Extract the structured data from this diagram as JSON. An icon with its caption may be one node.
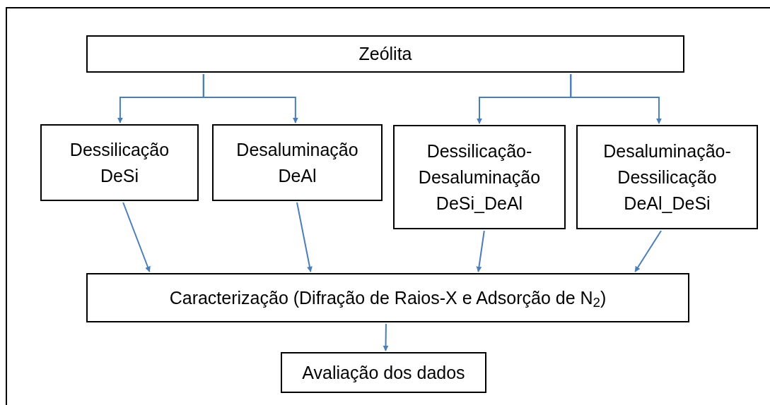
{
  "diagram": {
    "nodes": [
      {
        "text": [
          "Zeólita"
        ]
      },
      {
        "text": [
          "Dessilicação DeSi"
        ]
      },
      {
        "text": [
          "Desaluminação DeAl"
        ]
      },
      {
        "text": [
          "Dessilicação- Desaluminação DeSi_DeAl"
        ]
      },
      {
        "text": [
          "Desaluminação- Dessilicação DeAl_DeSi"
        ]
      },
      {
        "text": [
          "Caracterização (Difração de Raios-X e Adsorção de N$_{2}$)"
        ]
      },
      {
        "text": [
          "Avaliação dos dados"
        ]
      }
    ],
    "edges": [
      {
        "from": 0,
        "to": 1,
        "arrow": "to"
      },
      {
        "from": 0,
        "to": 2,
        "arrow": "to"
      },
      {
        "from": 0,
        "to": 3,
        "arrow": "to"
      },
      {
        "from": 0,
        "to": 4,
        "arrow": "to"
      },
      {
        "from": 1,
        "to": 5,
        "arrow": "to"
      },
      {
        "from": 2,
        "to": 5,
        "arrow": "to"
      },
      {
        "from": 3,
        "to": 5,
        "arrow": "to"
      },
      {
        "from": 4,
        "to": 5,
        "arrow": "to"
      },
      {
        "from": 5,
        "to": 6,
        "arrow": "to"
      }
    ]
  }
}
